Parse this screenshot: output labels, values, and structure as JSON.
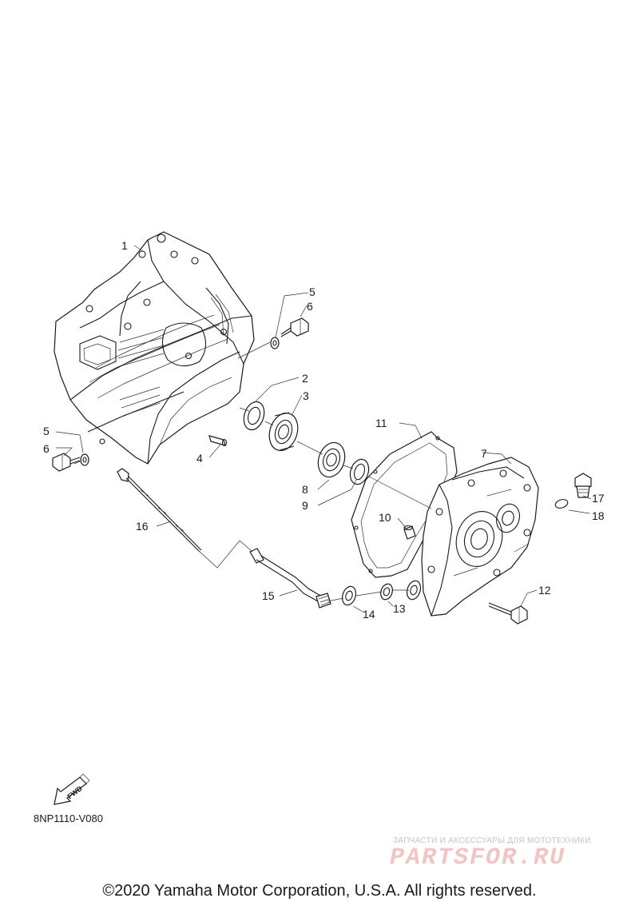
{
  "callouts": [
    "1",
    "2",
    "3",
    "4",
    "5",
    "6",
    "5",
    "6",
    "7",
    "8",
    "9",
    "10",
    "11",
    "12",
    "13",
    "14",
    "15",
    "16",
    "17",
    "18"
  ],
  "fwd_label": "FWD",
  "diagram_code": "8NP1110-V080",
  "watermark": {
    "caption": "ЗАПЧАСТИ И АКСЕССУАРЫ ДЛЯ МОТОТЕХНИКИ",
    "logo": "PARTSFOR.RU"
  },
  "copyright": "©2020 Yamaha Motor Corporation, U.S.A. All rights reserved."
}
